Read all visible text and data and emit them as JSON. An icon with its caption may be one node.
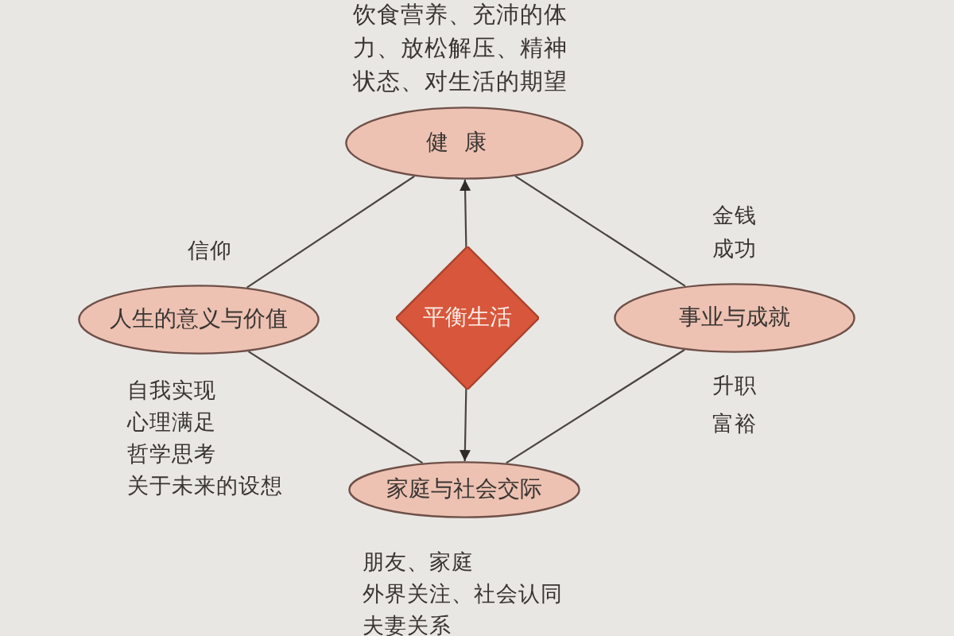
{
  "diagram": {
    "nodes": [
      {
        "text": [
          "健康"
        ],
        "beside": [
          "饮食营养、充沛的体力、放松解压、精神状态、对生活的期望"
        ]
      },
      {
        "text": [
          "人生的意义与价值"
        ],
        "beside": [
          "信仰",
          "自我实现",
          "心理满足",
          "哲学思考",
          "关于未来的设想"
        ]
      },
      {
        "text": [
          "平衡生活"
        ]
      },
      {
        "text": [
          "事业与成就"
        ],
        "beside": [
          "金钱",
          "成功",
          "升职",
          "富裕"
        ]
      },
      {
        "text": [
          "家庭与社会交际"
        ],
        "beside": [
          "朋友、家庭",
          "外界关注、社会认同",
          "夫妻关系"
        ]
      }
    ],
    "edges": [
      {
        "from": 2,
        "to": 0,
        "arrow": "to"
      },
      {
        "from": 2,
        "to": 4,
        "arrow": "to"
      },
      {
        "from": 1,
        "to": 0,
        "arrow": "none"
      },
      {
        "from": 0,
        "to": 3,
        "arrow": "none"
      },
      {
        "from": 1,
        "to": 4,
        "arrow": "none"
      },
      {
        "from": 3,
        "to": 4,
        "arrow": "none"
      }
    ]
  }
}
